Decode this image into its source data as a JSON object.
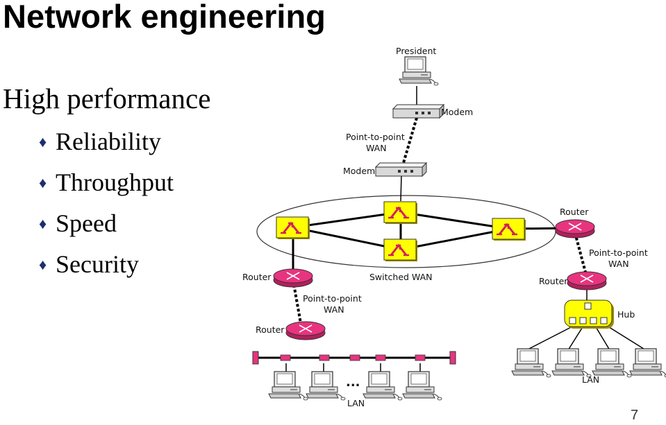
{
  "slide": {
    "title": "Network engineering",
    "subtitle": "High performance",
    "bullets": [
      "Reliability",
      "Throughput",
      "Speed",
      "Security"
    ],
    "page_number": "7"
  },
  "diagram": {
    "labels": {
      "president": "President",
      "modem_top": "Modem",
      "ptp_top_1": "Point-to-point",
      "ptp_top_2": "WAN",
      "modem_mid": "Modem",
      "router_right": "Router",
      "ptp_right_1": "Point-to-point",
      "ptp_right_2": "WAN",
      "router_hub": "Router",
      "hub": "Hub",
      "lan_right": "LAN",
      "router_left": "Router",
      "switched_wan": "Switched WAN",
      "ptp_left_1": "Point-to-point",
      "ptp_left_2": "WAN",
      "router_lan": "Router",
      "ellipsis": "...",
      "lan_left": "LAN"
    },
    "colors": {
      "router": "#e8347f",
      "switch": "#ffff00",
      "switch_arrow": "#d11f5f",
      "hub": "#ffff00",
      "bullet": "#1d2f6f"
    },
    "icons": [
      "computer-icon",
      "modem-icon",
      "router-icon",
      "switch-icon",
      "hub-icon",
      "diamond-bullet-icon"
    ]
  }
}
